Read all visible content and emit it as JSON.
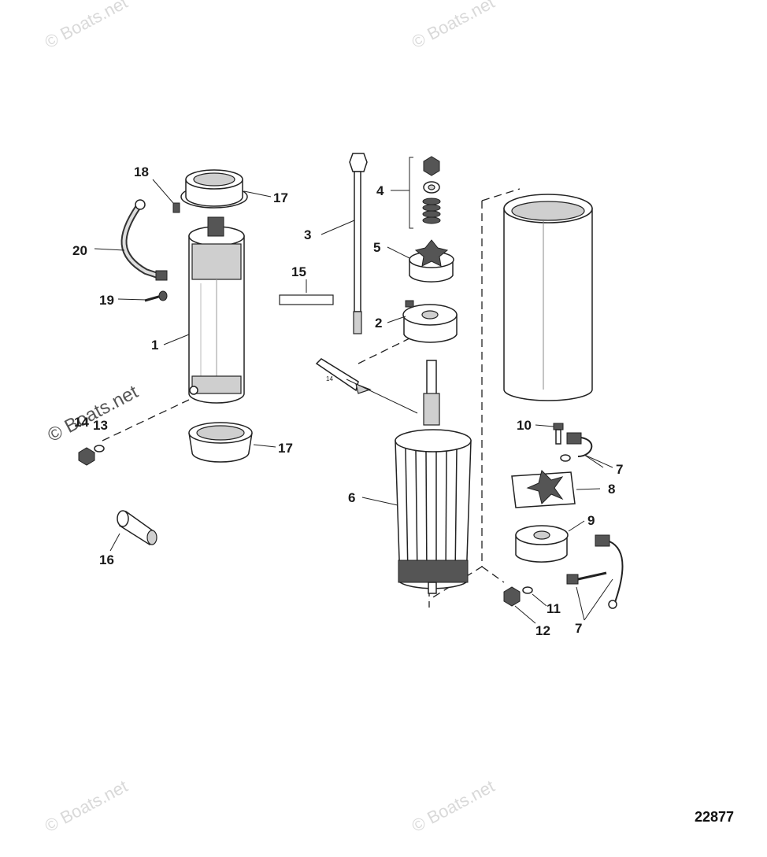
{
  "watermark": "© Boats.net",
  "figure_number": "22877",
  "tube_label": "14",
  "callouts": [
    {
      "id": "c1",
      "label": "1"
    },
    {
      "id": "c2",
      "label": "2"
    },
    {
      "id": "c3",
      "label": "3"
    },
    {
      "id": "c4",
      "label": "4"
    },
    {
      "id": "c5",
      "label": "5"
    },
    {
      "id": "c6",
      "label": "6"
    },
    {
      "id": "c7a",
      "label": "7"
    },
    {
      "id": "c7b",
      "label": "7"
    },
    {
      "id": "c8",
      "label": "8"
    },
    {
      "id": "c9",
      "label": "9"
    },
    {
      "id": "c10",
      "label": "10"
    },
    {
      "id": "c11",
      "label": "11"
    },
    {
      "id": "c12",
      "label": "12"
    },
    {
      "id": "c13",
      "label": "13"
    },
    {
      "id": "c14",
      "label": "14"
    },
    {
      "id": "c15",
      "label": "15"
    },
    {
      "id": "c16",
      "label": "16"
    },
    {
      "id": "c17a",
      "label": "17"
    },
    {
      "id": "c17b",
      "label": "17"
    },
    {
      "id": "c18",
      "label": "18"
    },
    {
      "id": "c19",
      "label": "19"
    },
    {
      "id": "c20",
      "label": "20"
    }
  ]
}
